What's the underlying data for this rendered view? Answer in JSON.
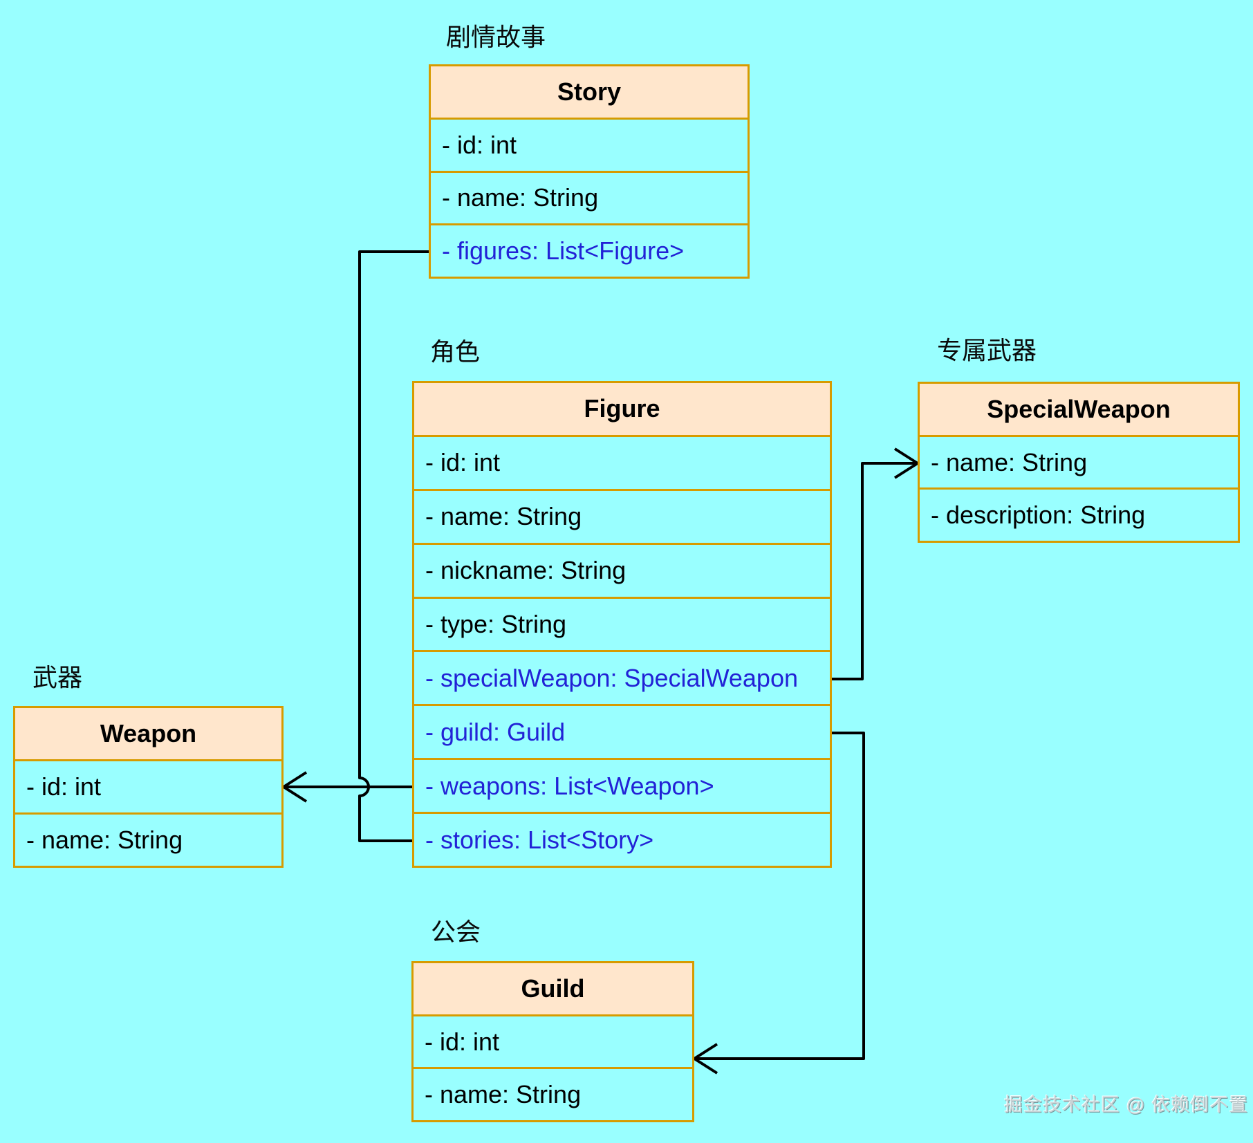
{
  "page": {
    "background": "#99FFFF",
    "watermark": "掘金技术社区 @ 依赖倒不置"
  },
  "palette": {
    "header_fill": "#FFE6CC",
    "border": "#D79B00",
    "row_fill": "#99FFFF",
    "text": "#000000",
    "reference_text": "#2222D6",
    "connector": "#000000"
  },
  "classes": {
    "story": {
      "label_zh": "剧情故事",
      "title": "Story",
      "attributes": [
        {
          "text": "- id: int",
          "ref": false
        },
        {
          "text": "- name: String",
          "ref": false
        },
        {
          "text": "- figures: List<Figure>",
          "ref": true
        }
      ]
    },
    "figure": {
      "label_zh": "角色",
      "title": "Figure",
      "attributes": [
        {
          "text": "- id: int",
          "ref": false
        },
        {
          "text": "- name: String",
          "ref": false
        },
        {
          "text": "- nickname: String",
          "ref": false
        },
        {
          "text": "- type: String",
          "ref": false
        },
        {
          "text": "- specialWeapon: SpecialWeapon",
          "ref": true
        },
        {
          "text": "- guild: Guild",
          "ref": true
        },
        {
          "text": "- weapons: List<Weapon>",
          "ref": true
        },
        {
          "text": "- stories: List<Story>",
          "ref": true
        }
      ]
    },
    "specialweapon": {
      "label_zh": "专属武器",
      "title": "SpecialWeapon",
      "attributes": [
        {
          "text": "- name: String",
          "ref": false
        },
        {
          "text": "- description: String",
          "ref": false
        }
      ]
    },
    "weapon": {
      "label_zh": "武器",
      "title": "Weapon",
      "attributes": [
        {
          "text": "- id: int",
          "ref": false
        },
        {
          "text": "- name: String",
          "ref": false
        }
      ]
    },
    "guild": {
      "label_zh": "公会",
      "title": "Guild",
      "attributes": [
        {
          "text": "- id: int",
          "ref": false
        },
        {
          "text": "- name: String",
          "ref": false
        }
      ]
    }
  },
  "relations": [
    {
      "from": "Story.figures",
      "to": "Figure.stories",
      "style": "plain-line-with-hop"
    },
    {
      "from": "Figure.specialWeapon",
      "to": "SpecialWeapon.name",
      "style": "open-arrow"
    },
    {
      "from": "Figure.weapons",
      "to": "Weapon.id",
      "style": "open-arrow"
    },
    {
      "from": "Figure.guild",
      "to": "Guild.id",
      "style": "open-arrow"
    }
  ]
}
